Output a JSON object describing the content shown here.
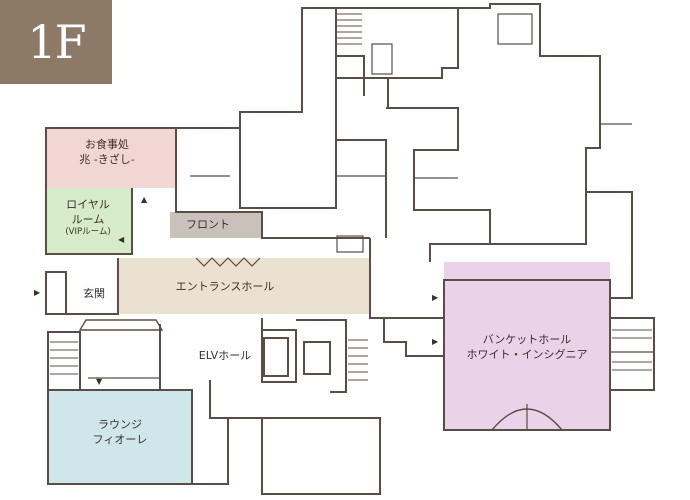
{
  "floor": {
    "label": "1F",
    "badge_color": "#8c7a66"
  },
  "rooms": {
    "kizashi": {
      "line1": "お食事処",
      "line2": "兆 -きざし-",
      "color": "#f2d6d4"
    },
    "royal": {
      "line1": "ロイヤル",
      "line2": "ルーム",
      "line3": "(VIPルーム)",
      "color": "#d6ecc9"
    },
    "front": {
      "label": "フロント",
      "color": "#c9c2bb"
    },
    "entrance_hall": {
      "label": "エントランスホール",
      "color": "#ebe1d0"
    },
    "genkan": {
      "label": "玄関"
    },
    "elv_hall": {
      "label": "ELVホール"
    },
    "banquet": {
      "line1": "バンケットホール",
      "line2": "ホワイト・インシグニア",
      "color": "#ead3e8"
    },
    "lounge": {
      "line1": "ラウンジ",
      "line2": "フィオーレ",
      "color": "#cfe6ea"
    }
  },
  "colors": {
    "wall": "#5b4d45",
    "background": "#ffffff"
  },
  "icons": [
    "entrance-arrow-icon",
    "stair-arrow-icon"
  ]
}
